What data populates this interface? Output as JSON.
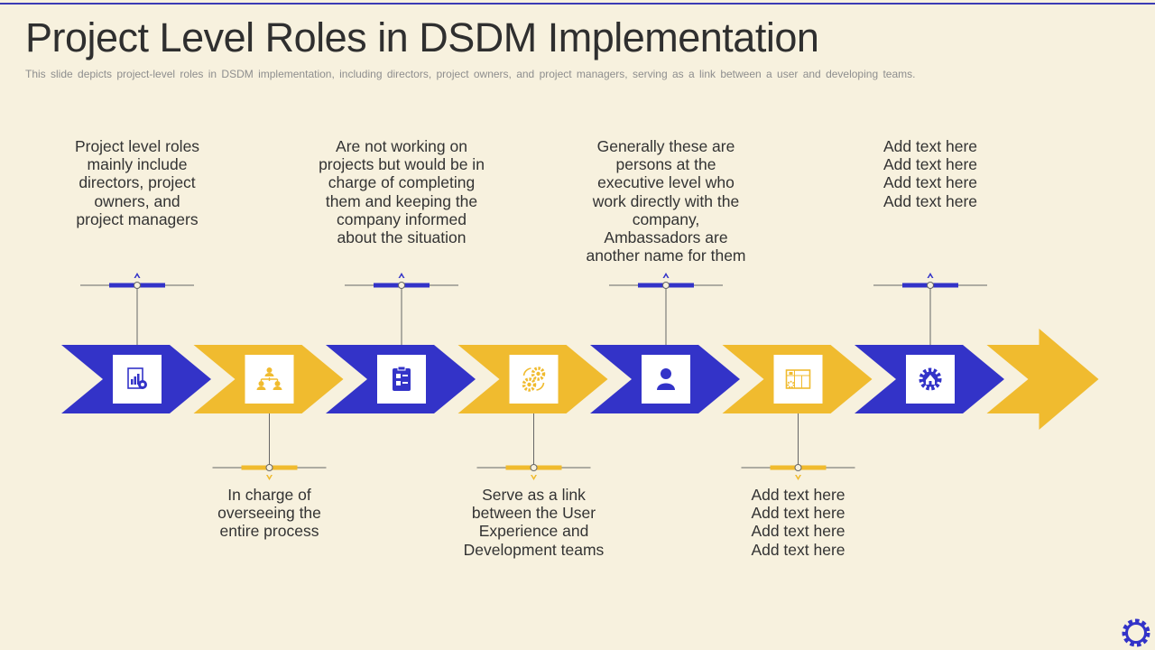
{
  "title": "Project Level Roles in DSDM Implementation",
  "subtitle": "This slide depicts project-level  roles in DSDM implementation, including directors, project owners, and project managers, serving  as a link between  a user and developing  teams.",
  "colors": {
    "blue": "#3333c8",
    "yellow": "#f0bb2f",
    "background": "#f7f1de",
    "text": "#333333"
  },
  "steps": [
    {
      "icon": "report-chart-icon",
      "color": "blue",
      "position": "top",
      "lines": [
        "Project level roles",
        "mainly include",
        "directors, project",
        "owners, and",
        "project managers"
      ]
    },
    {
      "icon": "team-hierarchy-icon",
      "color": "yellow",
      "position": "bottom",
      "lines": [
        "In charge of",
        "overseeing the",
        "entire process"
      ]
    },
    {
      "icon": "clipboard-icon",
      "color": "blue",
      "position": "top",
      "lines": [
        "Are not working on",
        "projects but would be in",
        "charge of completing",
        "them and keeping the",
        "company informed",
        "about the situation"
      ]
    },
    {
      "icon": "gears-icon",
      "color": "yellow",
      "position": "bottom",
      "lines": [
        "Serve as a link",
        "between the User",
        "Experience and",
        "Development teams"
      ]
    },
    {
      "icon": "user-icon",
      "color": "blue",
      "position": "top",
      "lines": [
        "Generally these are",
        "persons at the",
        "executive level who",
        "work directly with the",
        "company,",
        "Ambassadors are",
        "another name for them"
      ]
    },
    {
      "icon": "blueprint-icon",
      "color": "yellow",
      "position": "bottom",
      "lines": [
        "Add text here",
        "Add text here",
        "Add text here",
        "Add text here"
      ]
    },
    {
      "icon": "gear-home-icon",
      "color": "blue",
      "position": "top",
      "lines": [
        "Add text here",
        "Add text here",
        "Add text here",
        "Add text here"
      ]
    }
  ]
}
